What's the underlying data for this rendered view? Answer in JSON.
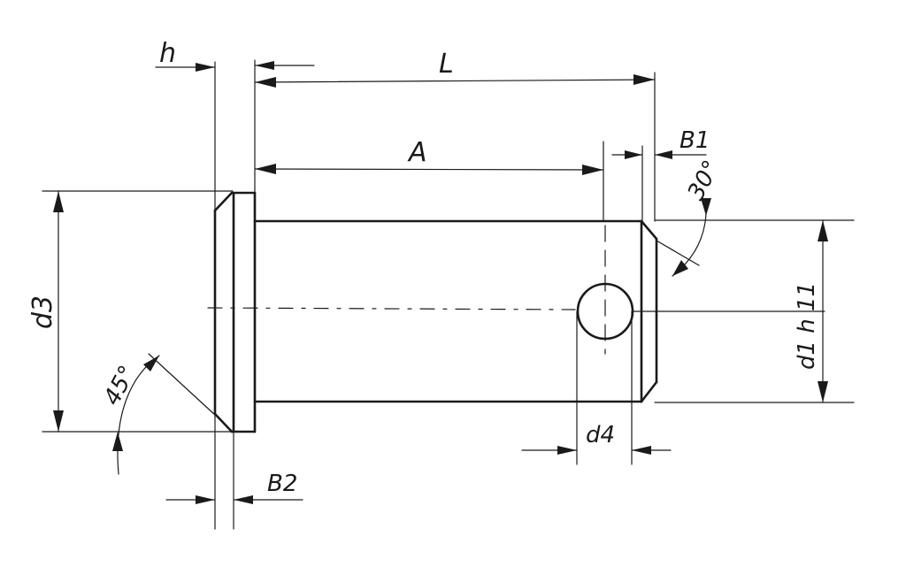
{
  "labels": {
    "h": "h",
    "L": "L",
    "A": "A",
    "B1": "B1",
    "B2": "B2",
    "d3": "d3",
    "d4": "d4",
    "d1": "d1 h 11",
    "angle_30": "30°",
    "angle_45": "45°"
  }
}
